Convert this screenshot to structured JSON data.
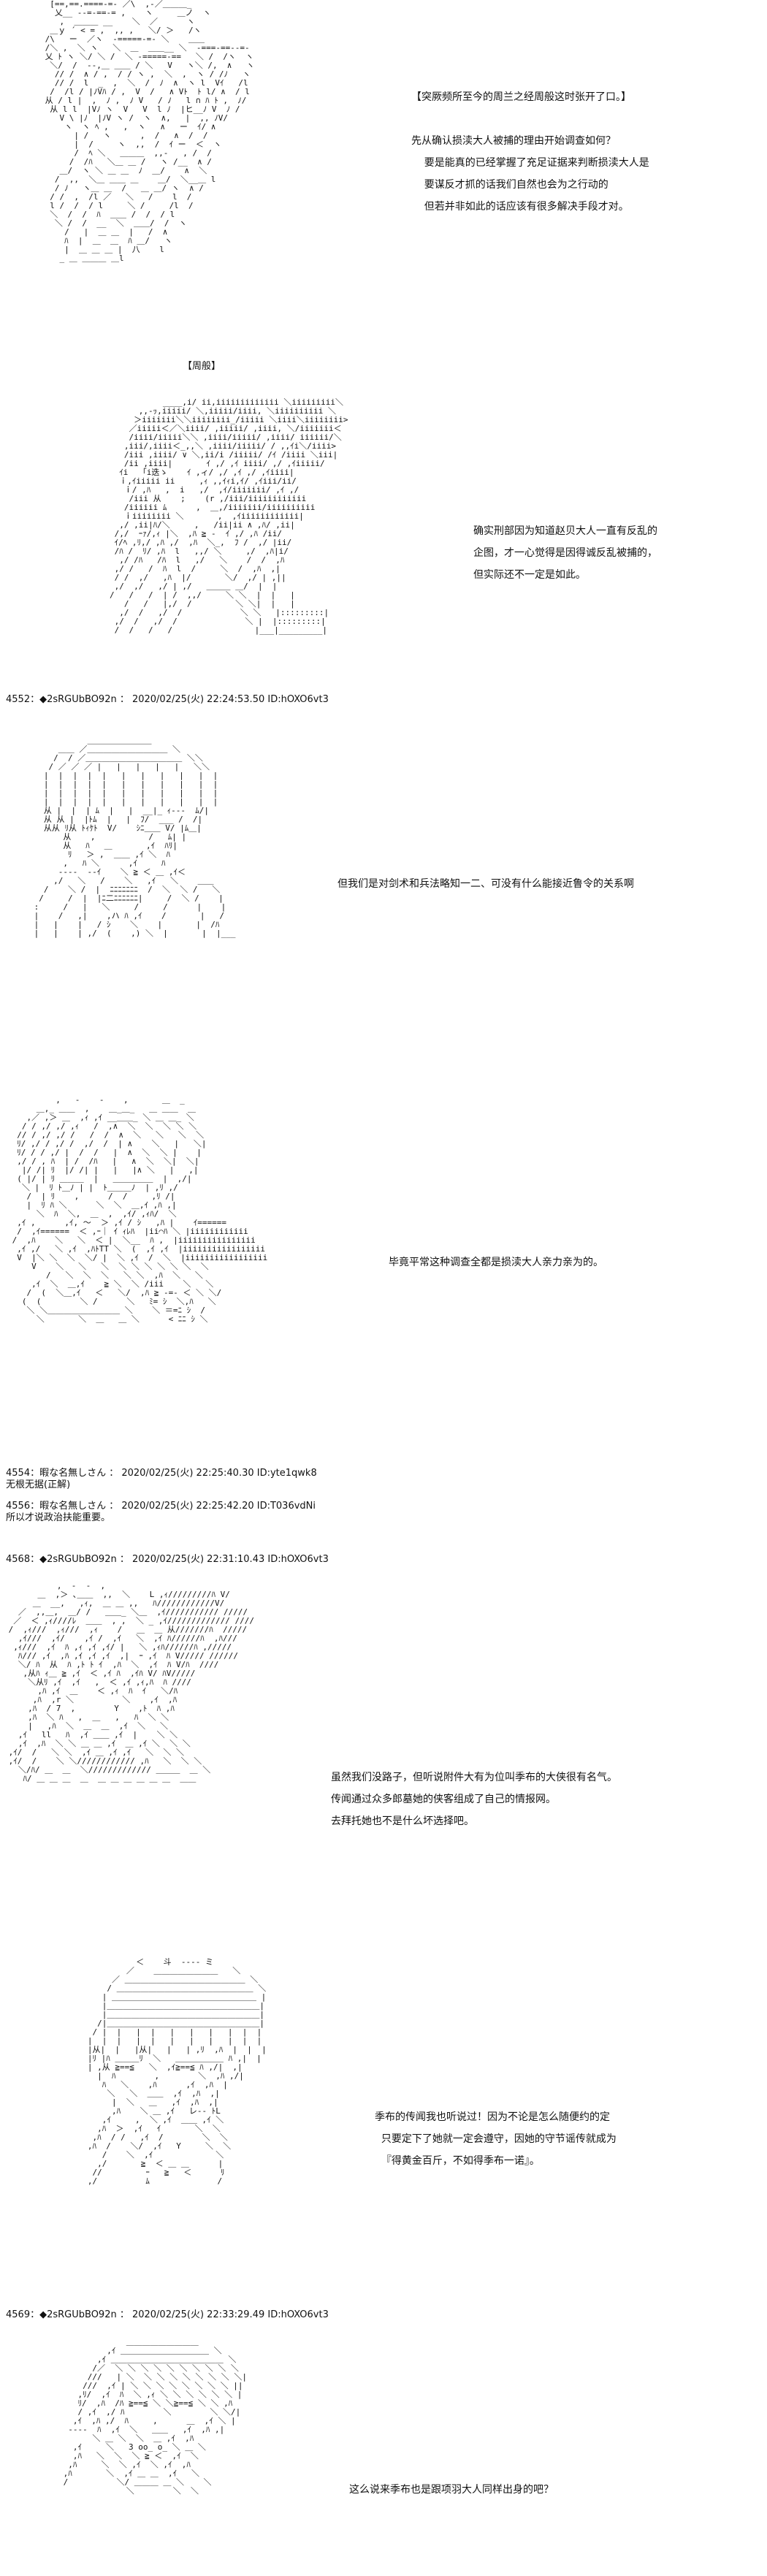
{
  "panel1": {
    "dialogue": "【突厥频所至今的周兰之经周般这时张开了口。】\n\n先从确认损渎大人被捕的理由开始调查如何？\n    要是能真的已经掌握了充足证据来判断损渎大人是\n    要谋反才抓的话我们自然也会为之行动的\n    但若并非如此的话应该有很多解决手段才对。",
    "caption": "【周般】"
  },
  "panel2": {
    "dialogue": "确实刑部因为知道赵贝大人一直有反乱的\n企图，才一心觉得是因得诚反乱被捕的，\n但实际还不一定是如此。"
  },
  "post_4552": {
    "header": "4552：◆2sRGUbBO92n ： 2020/02/25(火) 22:24:53.50 ID:hOXO6vt3",
    "dialogue": "但我们是对剑术和兵法略知一二、可没有什么能接近鲁令的关系啊"
  },
  "panel4": {
    "dialogue": "毕竟平常这种调查全都是损渎大人亲力亲为的。"
  },
  "post_4554": {
    "header": "4554：暇な名無しさん ： 2020/02/25(火) 22:25:40.30 ID:yte1qwk8",
    "body": "无根无据(正解)"
  },
  "post_4556": {
    "header": "4556：暇な名無しさん ： 2020/02/25(火) 22:25:42.20 ID:T036vdNi",
    "body": "所以才说政治扶能重要。"
  },
  "post_4568": {
    "header": "4568：◆2sRGUbBO92n ： 2020/02/25(火) 22:31:10.43 ID:hOXO6vt3",
    "dialogue": "虽然我们没路子，但听说附件大有为位叫季布的大侠很有名气。\n传闻通过众多郎墓她的侠客组成了自己的情报网。\n去拜托她也不是什么坏选择吧。"
  },
  "panel6": {
    "dialogue": "季布的传闻我也听说过！因为不论是怎么随便约的定\n  只要定下了她就一定会遵守，因她的守节谣传就成为\n  『得黄金百斤，不如得季布一诺』。"
  },
  "post_4569": {
    "header": "4569：◆2sRGUbBO92n ： 2020/02/25(火) 22:33:29.49 ID:hOXO6vt3",
    "dialogue": "这么说来季布也是跟项羽大人同样出身的吧？"
  }
}
